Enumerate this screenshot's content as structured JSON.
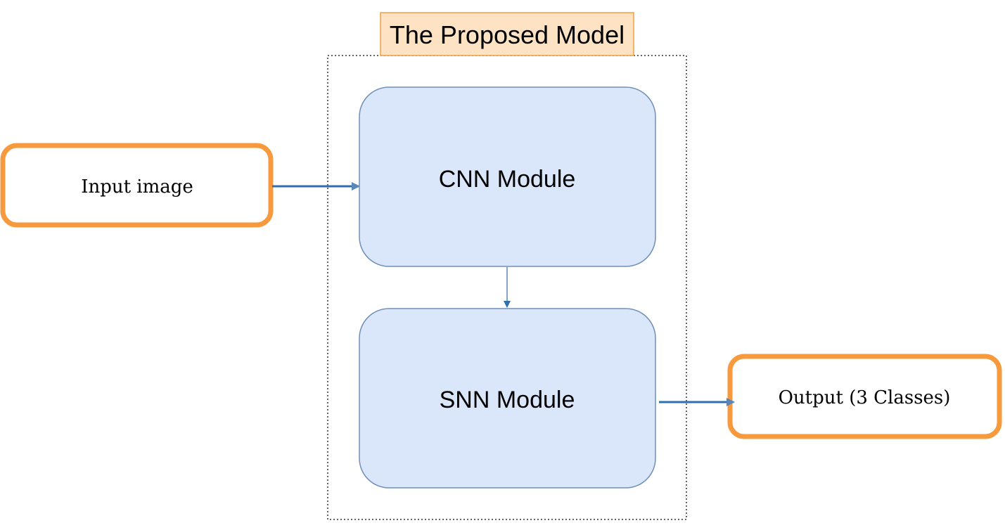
{
  "title": "The Proposed Model",
  "nodes": {
    "input": {
      "label": "Input image"
    },
    "cnn": {
      "label": "CNN Module"
    },
    "snn": {
      "label": "SNN Module"
    },
    "output": {
      "label": "Output (3 Classes)"
    }
  },
  "edges": [
    {
      "from": "input",
      "to": "cnn"
    },
    {
      "from": "cnn",
      "to": "snn"
    },
    {
      "from": "snn",
      "to": "output"
    }
  ],
  "colors": {
    "io_border": "#f79a3e",
    "module_fill": "#dae6fa",
    "module_border": "#6f8fb8",
    "title_fill": "#fde3c4",
    "title_border": "#f0a040",
    "arrow": "#2f6fb0",
    "container_border": "#333333"
  }
}
